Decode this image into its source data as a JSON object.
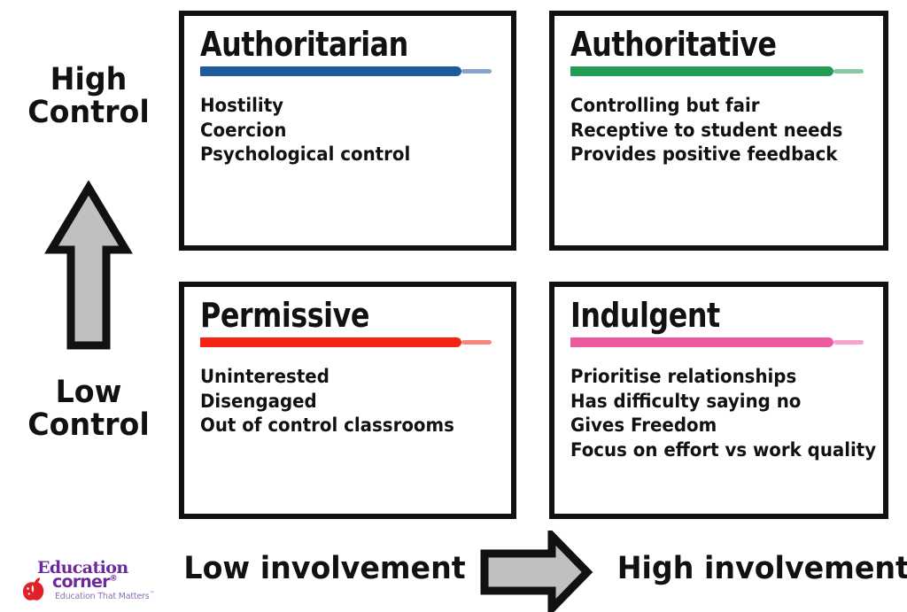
{
  "diagram": {
    "title_semantics": "parenting-teaching-styles-quadrant",
    "axes": {
      "vertical": {
        "high_label": "High\nControl",
        "low_label": "Low\nControl",
        "arrow_icon": "up-arrow-icon",
        "arrow_fill": "#c0c0c0",
        "arrow_stroke": "#111111"
      },
      "horizontal": {
        "low_label": "Low involvement",
        "high_label": "High involvement",
        "arrow_icon": "right-arrow-icon",
        "arrow_fill": "#c0c0c0",
        "arrow_stroke": "#111111"
      }
    },
    "quadrants": [
      {
        "id": "authoritarian",
        "title": "Authoritarian",
        "accent": "#1f5a9c",
        "items": [
          "Hostility",
          "Coercion",
          "Psychological control"
        ]
      },
      {
        "id": "authoritative",
        "title": "Authoritative",
        "accent": "#229b54",
        "items": [
          "Controlling but fair",
          "Receptive to student needs",
          "Provides positive feedback"
        ]
      },
      {
        "id": "permissive",
        "title": "Permissive",
        "accent": "#f42313",
        "items": [
          "Uninterested",
          "Disengaged",
          "Out of control classrooms"
        ]
      },
      {
        "id": "indulgent",
        "title": "Indulgent",
        "accent": "#ee5a9e",
        "items": [
          "Prioritise relationships",
          "Has difficulty saying no",
          "Gives Freedom",
          "Focus on effort vs work quality"
        ]
      }
    ]
  },
  "logo": {
    "word1": "Education",
    "word2": "corner",
    "registered_mark": "®",
    "tagline": "Education That Matters",
    "trademark_mark": "™",
    "brand_color": "#6d2a9c",
    "apple_color": "#e12029",
    "apple_icon": "apple-icon"
  }
}
